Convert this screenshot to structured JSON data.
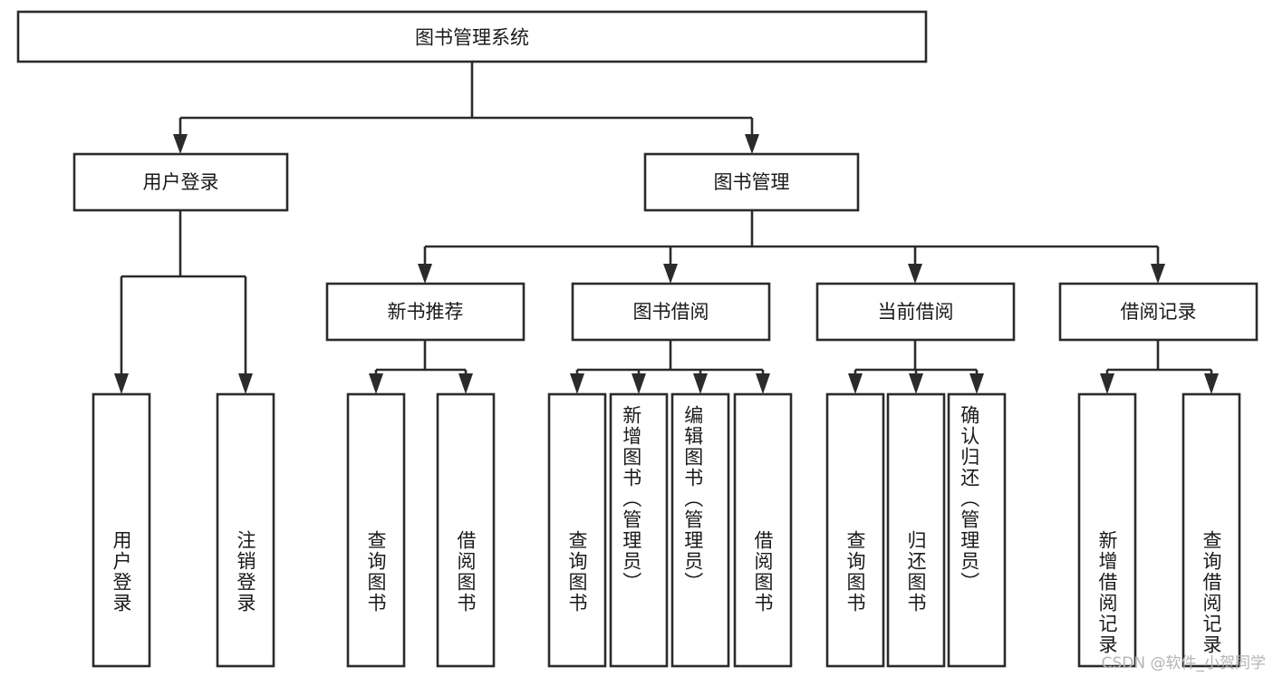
{
  "diagram": {
    "type": "hierarchy-tree",
    "title": "图书管理系统",
    "watermark": "CSDN @软件_小贺同学",
    "colors": {
      "box_fill": "#ffffff",
      "box_stroke": "#2b2b2b",
      "text": "#1a1a1a",
      "background": "#ffffff",
      "watermark": "#b4b4b4"
    },
    "levels": {
      "root": {
        "label": "图书管理系统"
      },
      "level2": [
        {
          "label": "用户登录"
        },
        {
          "label": "图书管理"
        }
      ],
      "level3": [
        {
          "label": "新书推荐"
        },
        {
          "label": "图书借阅"
        },
        {
          "label": "当前借阅"
        },
        {
          "label": "借阅记录"
        }
      ]
    },
    "nodes": {
      "root": "图书管理系统",
      "user_login": "用户登录",
      "book_manage": "图书管理",
      "new_book_rec": "新书推荐",
      "book_borrow": "图书借阅",
      "current_borrow": "当前借阅",
      "borrow_record": "借阅记录",
      "leaf_user_login": "用户登录",
      "leaf_logout": "注销登录",
      "leaf_query_book_1": "查询图书",
      "leaf_borrow_book_1": "借阅图书",
      "leaf_query_book_2": "查询图书",
      "leaf_add_book": "新增图书（管理员）",
      "leaf_edit_book": "编辑图书（管理员）",
      "leaf_borrow_book_2": "借阅图书",
      "leaf_query_book_3": "查询图书",
      "leaf_return_book": "归还图书",
      "leaf_confirm_return": "确认归还（管理员）",
      "leaf_add_record": "新增借阅记录",
      "leaf_query_record": "查询借阅记录"
    }
  }
}
